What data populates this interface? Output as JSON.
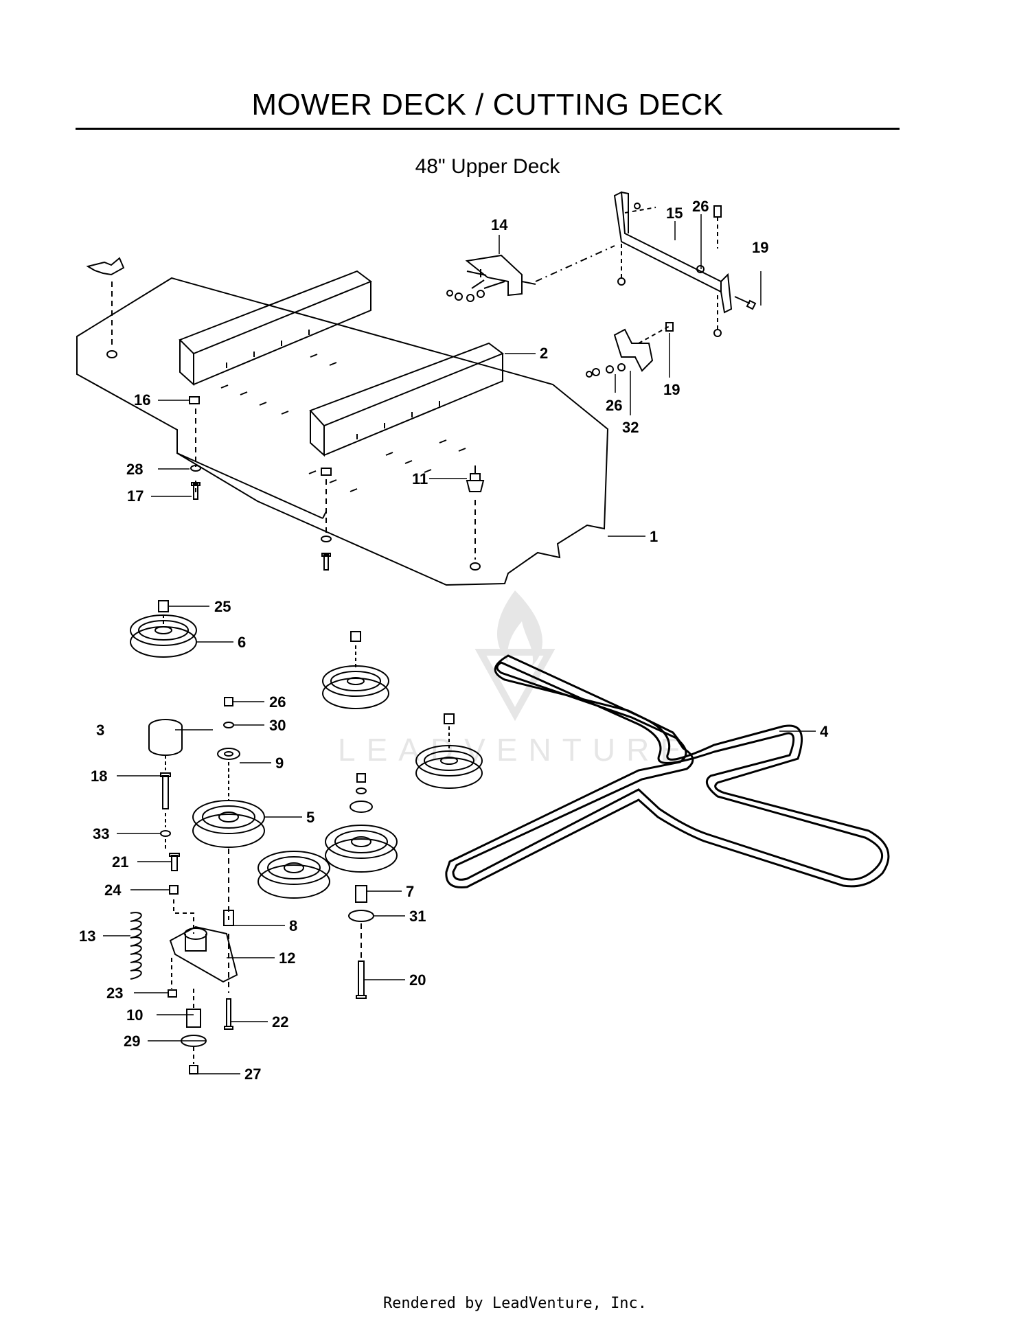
{
  "header": {
    "title": "MOWER DECK / CUTTING DECK",
    "subtitle": "48\" Upper Deck"
  },
  "watermark": {
    "text": "LEADVENTURE",
    "icon": "flame-logo-icon"
  },
  "footer": {
    "text": "Rendered by LeadVenture, Inc."
  },
  "colors": {
    "ink": "#000000",
    "watermark": "#e6e6e6"
  },
  "callouts": {
    "c1": "1",
    "c2": "2",
    "c3": "3",
    "c4": "4",
    "c5": "5",
    "c6": "6",
    "c7": "7",
    "c8": "8",
    "c9": "9",
    "c10": "10",
    "c11": "11",
    "c12": "12",
    "c13": "13",
    "c14": "14",
    "c15": "15",
    "c16": "16",
    "c17": "17",
    "c18": "18",
    "c19": "19",
    "c20": "20",
    "c21": "21",
    "c22": "22",
    "c23": "23",
    "c24": "24",
    "c25": "25",
    "c26": "26",
    "c27": "27",
    "c28": "28",
    "c29": "29",
    "c30": "30",
    "c31": "31",
    "c32": "32",
    "c33": "33"
  }
}
